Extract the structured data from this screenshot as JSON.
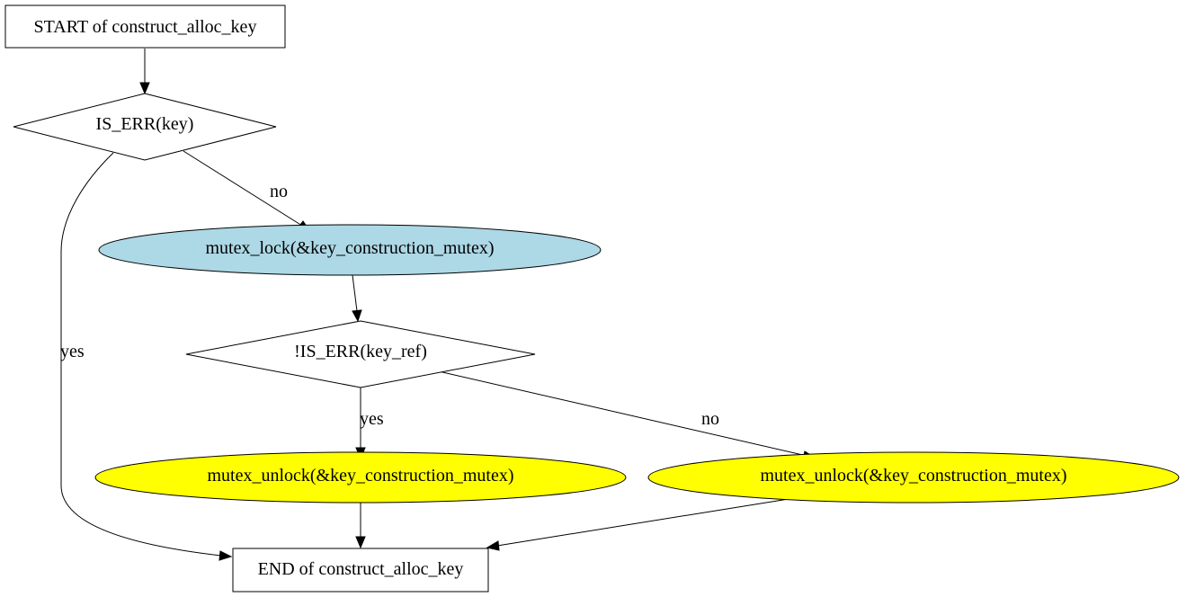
{
  "colors": {
    "background": "#ffffff",
    "lock_fill": "#add8e6",
    "unlock_fill": "#ffff00",
    "default_fill": "#ffffff"
  },
  "nodes": {
    "start": {
      "label": "START of construct_alloc_key",
      "shape": "box"
    },
    "is_err_key": {
      "label": "IS_ERR(key)",
      "shape": "diamond"
    },
    "mutex_lock": {
      "label": "mutex_lock(&key_construction_mutex)",
      "shape": "ellipse"
    },
    "not_is_err_key_ref": {
      "label": "!IS_ERR(key_ref)",
      "shape": "diamond"
    },
    "mutex_unlock_yes": {
      "label": "mutex_unlock(&key_construction_mutex)",
      "shape": "ellipse"
    },
    "mutex_unlock_no": {
      "label": "mutex_unlock(&key_construction_mutex)",
      "shape": "ellipse"
    },
    "end": {
      "label": "END of construct_alloc_key",
      "shape": "box"
    }
  },
  "edges": [
    {
      "from": "start",
      "to": "is_err_key",
      "label": ""
    },
    {
      "from": "is_err_key",
      "to": "mutex_lock",
      "label": "no"
    },
    {
      "from": "is_err_key",
      "to": "end",
      "label": "yes"
    },
    {
      "from": "mutex_lock",
      "to": "not_is_err_key_ref",
      "label": ""
    },
    {
      "from": "not_is_err_key_ref",
      "to": "mutex_unlock_yes",
      "label": "yes"
    },
    {
      "from": "not_is_err_key_ref",
      "to": "mutex_unlock_no",
      "label": "no"
    },
    {
      "from": "mutex_unlock_yes",
      "to": "end",
      "label": ""
    },
    {
      "from": "mutex_unlock_no",
      "to": "end",
      "label": ""
    }
  ]
}
